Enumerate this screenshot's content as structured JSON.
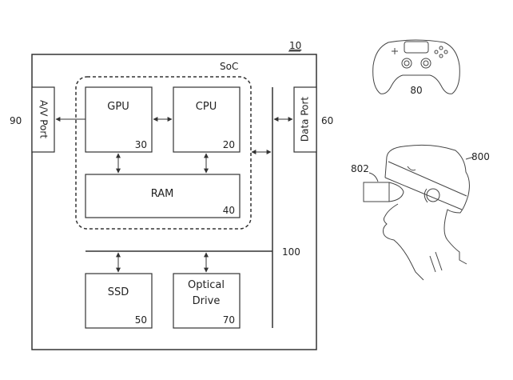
{
  "figure_ref": "10",
  "soc_label": "SoC",
  "blocks": {
    "gpu": {
      "label": "GPU",
      "ref": "30"
    },
    "cpu": {
      "label": "CPU",
      "ref": "20"
    },
    "ram": {
      "label": "RAM",
      "ref": "40"
    },
    "ssd": {
      "label": "SSD",
      "ref": "50"
    },
    "optical": {
      "label_line1": "Optical",
      "label_line2": "Drive",
      "ref": "70"
    },
    "av_port": {
      "label": "A/V Port",
      "ref": "90"
    },
    "data_port": {
      "label": "Data Port",
      "ref": "60"
    }
  },
  "bus_ref": "100",
  "controller_ref": "80",
  "hmd_ref": "800",
  "hmd_display_ref": "802"
}
